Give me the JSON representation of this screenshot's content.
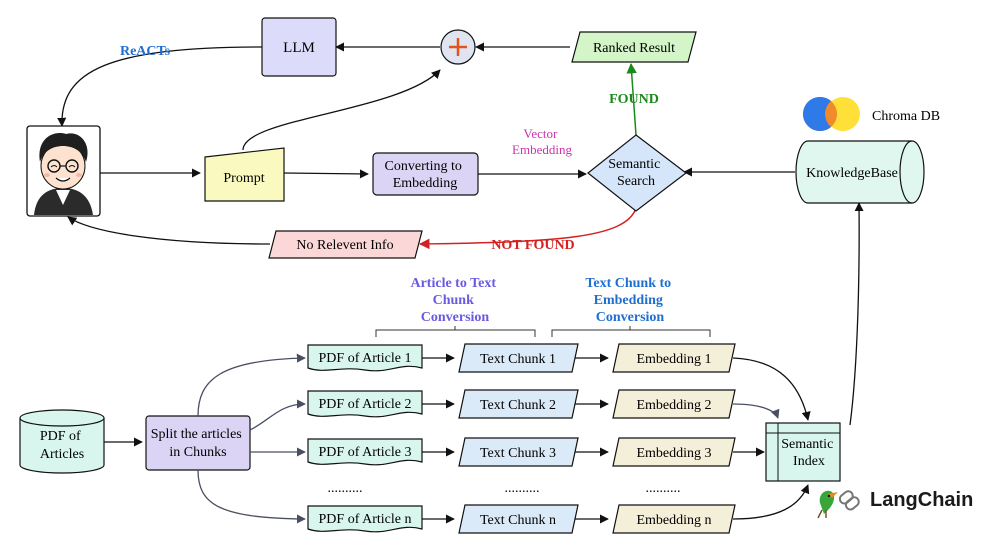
{
  "top_flow": {
    "reacts_label": "ReACTs",
    "llm_label": "LLM",
    "ranked_result_label": "Ranked Result",
    "found_label": "FOUND",
    "vector_embedding_label": [
      "Vector",
      "Embedding"
    ],
    "prompt_label": "Prompt",
    "converting_label": [
      "Converting to",
      "Embedding"
    ],
    "semantic_search_label": [
      "Semantic",
      "Search"
    ],
    "knowledgebase_label": "KnowledgeBase",
    "chroma_db_label": "Chroma DB",
    "no_relevant_info_label": "No Relevent Info",
    "not_found_label": "NOT FOUND"
  },
  "pipeline": {
    "article_to_text_header": [
      "Article to Text",
      "Chunk",
      "Conversion"
    ],
    "text_to_embedding_header": [
      "Text Chunk to",
      "Embedding",
      "Conversion"
    ],
    "pdf_of_articles_label": [
      "PDF of",
      "Articles"
    ],
    "split_label": [
      "Split the articles",
      "in Chunks"
    ],
    "rows": [
      {
        "pdf": "PDF of Article 1",
        "chunk": "Text Chunk 1",
        "embedding": "Embedding 1"
      },
      {
        "pdf": "PDF of Article 2",
        "chunk": "Text Chunk 2",
        "embedding": "Embedding 2"
      },
      {
        "pdf": "PDF of Article 3",
        "chunk": "Text Chunk 3",
        "embedding": "Embedding 3"
      },
      {
        "pdf": "PDF of Article n",
        "chunk": "Text Chunk n",
        "embedding": "Embedding n"
      }
    ],
    "ellipsis": "..........",
    "semantic_index_label": [
      "Semantic",
      "Index"
    ],
    "langchain_label": "LangChain"
  },
  "colors": {
    "llm_fill": "#dcdcfa",
    "ranked_fill": "#d4f5c8",
    "prompt_fill": "#fafac0",
    "converting_fill": "#dcd4f5",
    "search_fill": "#d6e6fa",
    "kb_fill": "#dff7ef",
    "no_info_fill": "#fbd7d7",
    "pdf_fill": "#d8f6ee",
    "chunk_fill": "#dbeaf9",
    "embedding_fill": "#f3efd8",
    "split_fill": "#dcd4f5",
    "found_color": "#1a8a1a",
    "not_found_color": "#d42020",
    "reacts_color": "#1e6fd0",
    "vector_color": "#cc33aa",
    "header1_color": "#6a5ae0",
    "header2_color": "#1e6fd0"
  }
}
